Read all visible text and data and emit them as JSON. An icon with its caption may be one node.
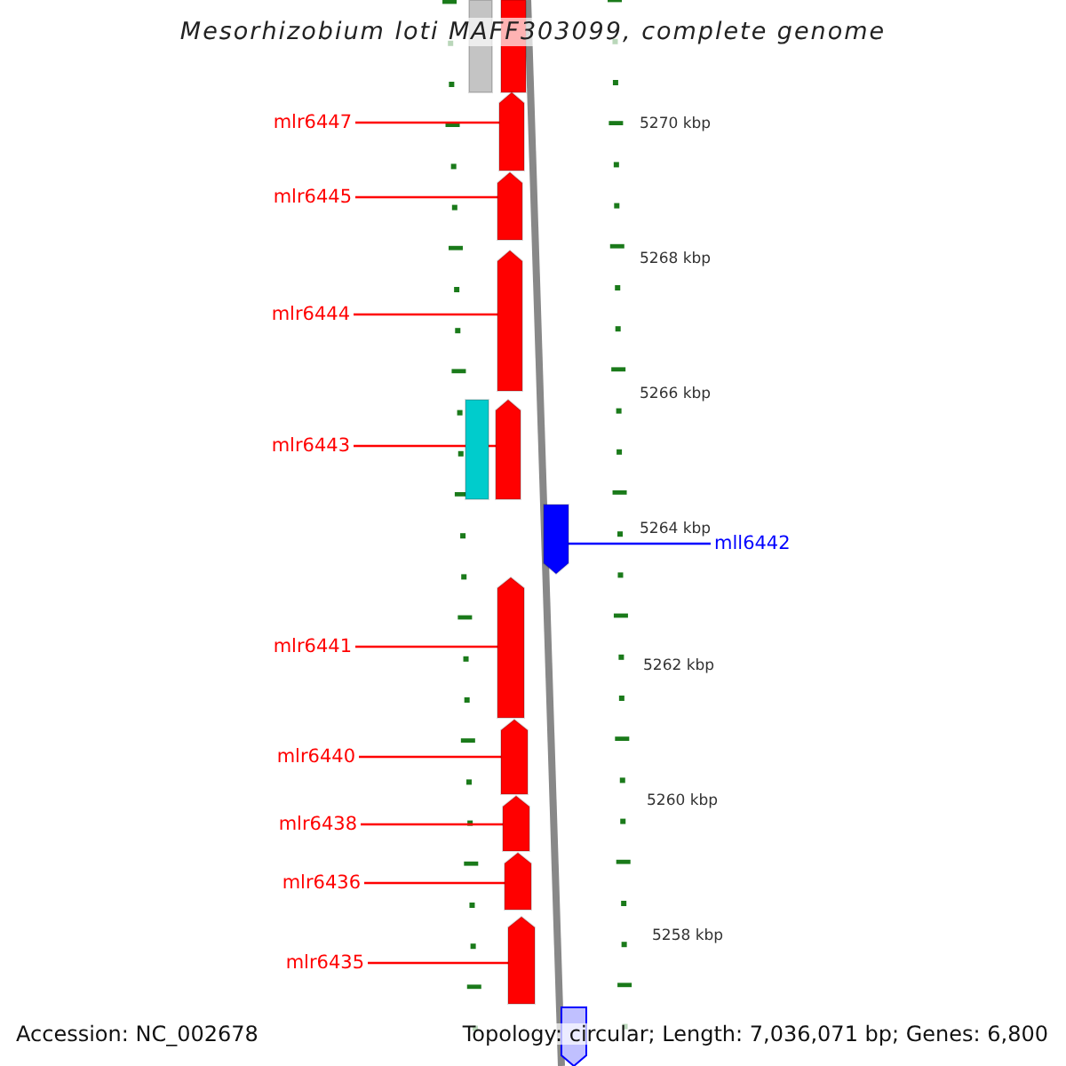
{
  "diagram": {
    "title": "Mesorhizobium loti MAFF303099, complete genome",
    "nodes": [
      {
        "text": [],
        "shape": "bar"
      },
      {
        "text": [],
        "shape": "bar"
      },
      {
        "text": [
          "mlr6447"
        ]
      },
      {
        "text": [],
        "shape": "bar"
      },
      {
        "text": [
          "mlr6445"
        ]
      },
      {
        "text": [],
        "shape": "bar"
      },
      {
        "text": [
          "mlr6444"
        ]
      },
      {
        "text": [],
        "shape": "bar"
      },
      {
        "text": [],
        "shape": "bar"
      },
      {
        "text": [
          "mlr6443"
        ]
      },
      {
        "text": [],
        "shape": "bar"
      },
      {
        "text": [],
        "shape": "bar"
      },
      {
        "text": [
          "mll6442"
        ]
      },
      {
        "text": [
          "mlr6441"
        ]
      },
      {
        "text": [],
        "shape": "bar"
      },
      {
        "text": [
          "mlr6440"
        ]
      },
      {
        "text": [],
        "shape": "bar"
      },
      {
        "text": [
          "mlr6438"
        ]
      },
      {
        "text": [],
        "shape": "bar"
      },
      {
        "text": [
          "mlr6436"
        ]
      },
      {
        "text": [],
        "shape": "bar"
      },
      {
        "text": [
          "mlr6435"
        ]
      },
      {
        "text": [],
        "shape": "bar"
      },
      {
        "text": [],
        "shape": "bar"
      }
    ],
    "edges": [
      {
        "from": 2,
        "to": 3,
        "arrow": "none"
      },
      {
        "from": 4,
        "to": 5,
        "arrow": "none"
      },
      {
        "from": 6,
        "to": 7,
        "arrow": "none"
      },
      {
        "from": 9,
        "to": 10,
        "arrow": "none"
      },
      {
        "from": 12,
        "to": 11,
        "arrow": "none",
        "color": "#0000ff"
      },
      {
        "from": 13,
        "to": 14,
        "arrow": "none"
      },
      {
        "from": 15,
        "to": 16,
        "arrow": "none"
      },
      {
        "from": 17,
        "to": 18,
        "arrow": "none"
      },
      {
        "from": 19,
        "to": 20,
        "arrow": "none"
      },
      {
        "from": 21,
        "to": 22,
        "arrow": "none"
      }
    ],
    "labels": [
      "5270 kbp",
      "5268 kbp",
      "5266 kbp",
      "5264 kbp",
      "5262 kbp",
      "5260 kbp",
      "5258 kbp",
      "Accession: NC_002678",
      "Topology: circular; Length: 7,036,071 bp; Genes: 6,800"
    ]
  }
}
